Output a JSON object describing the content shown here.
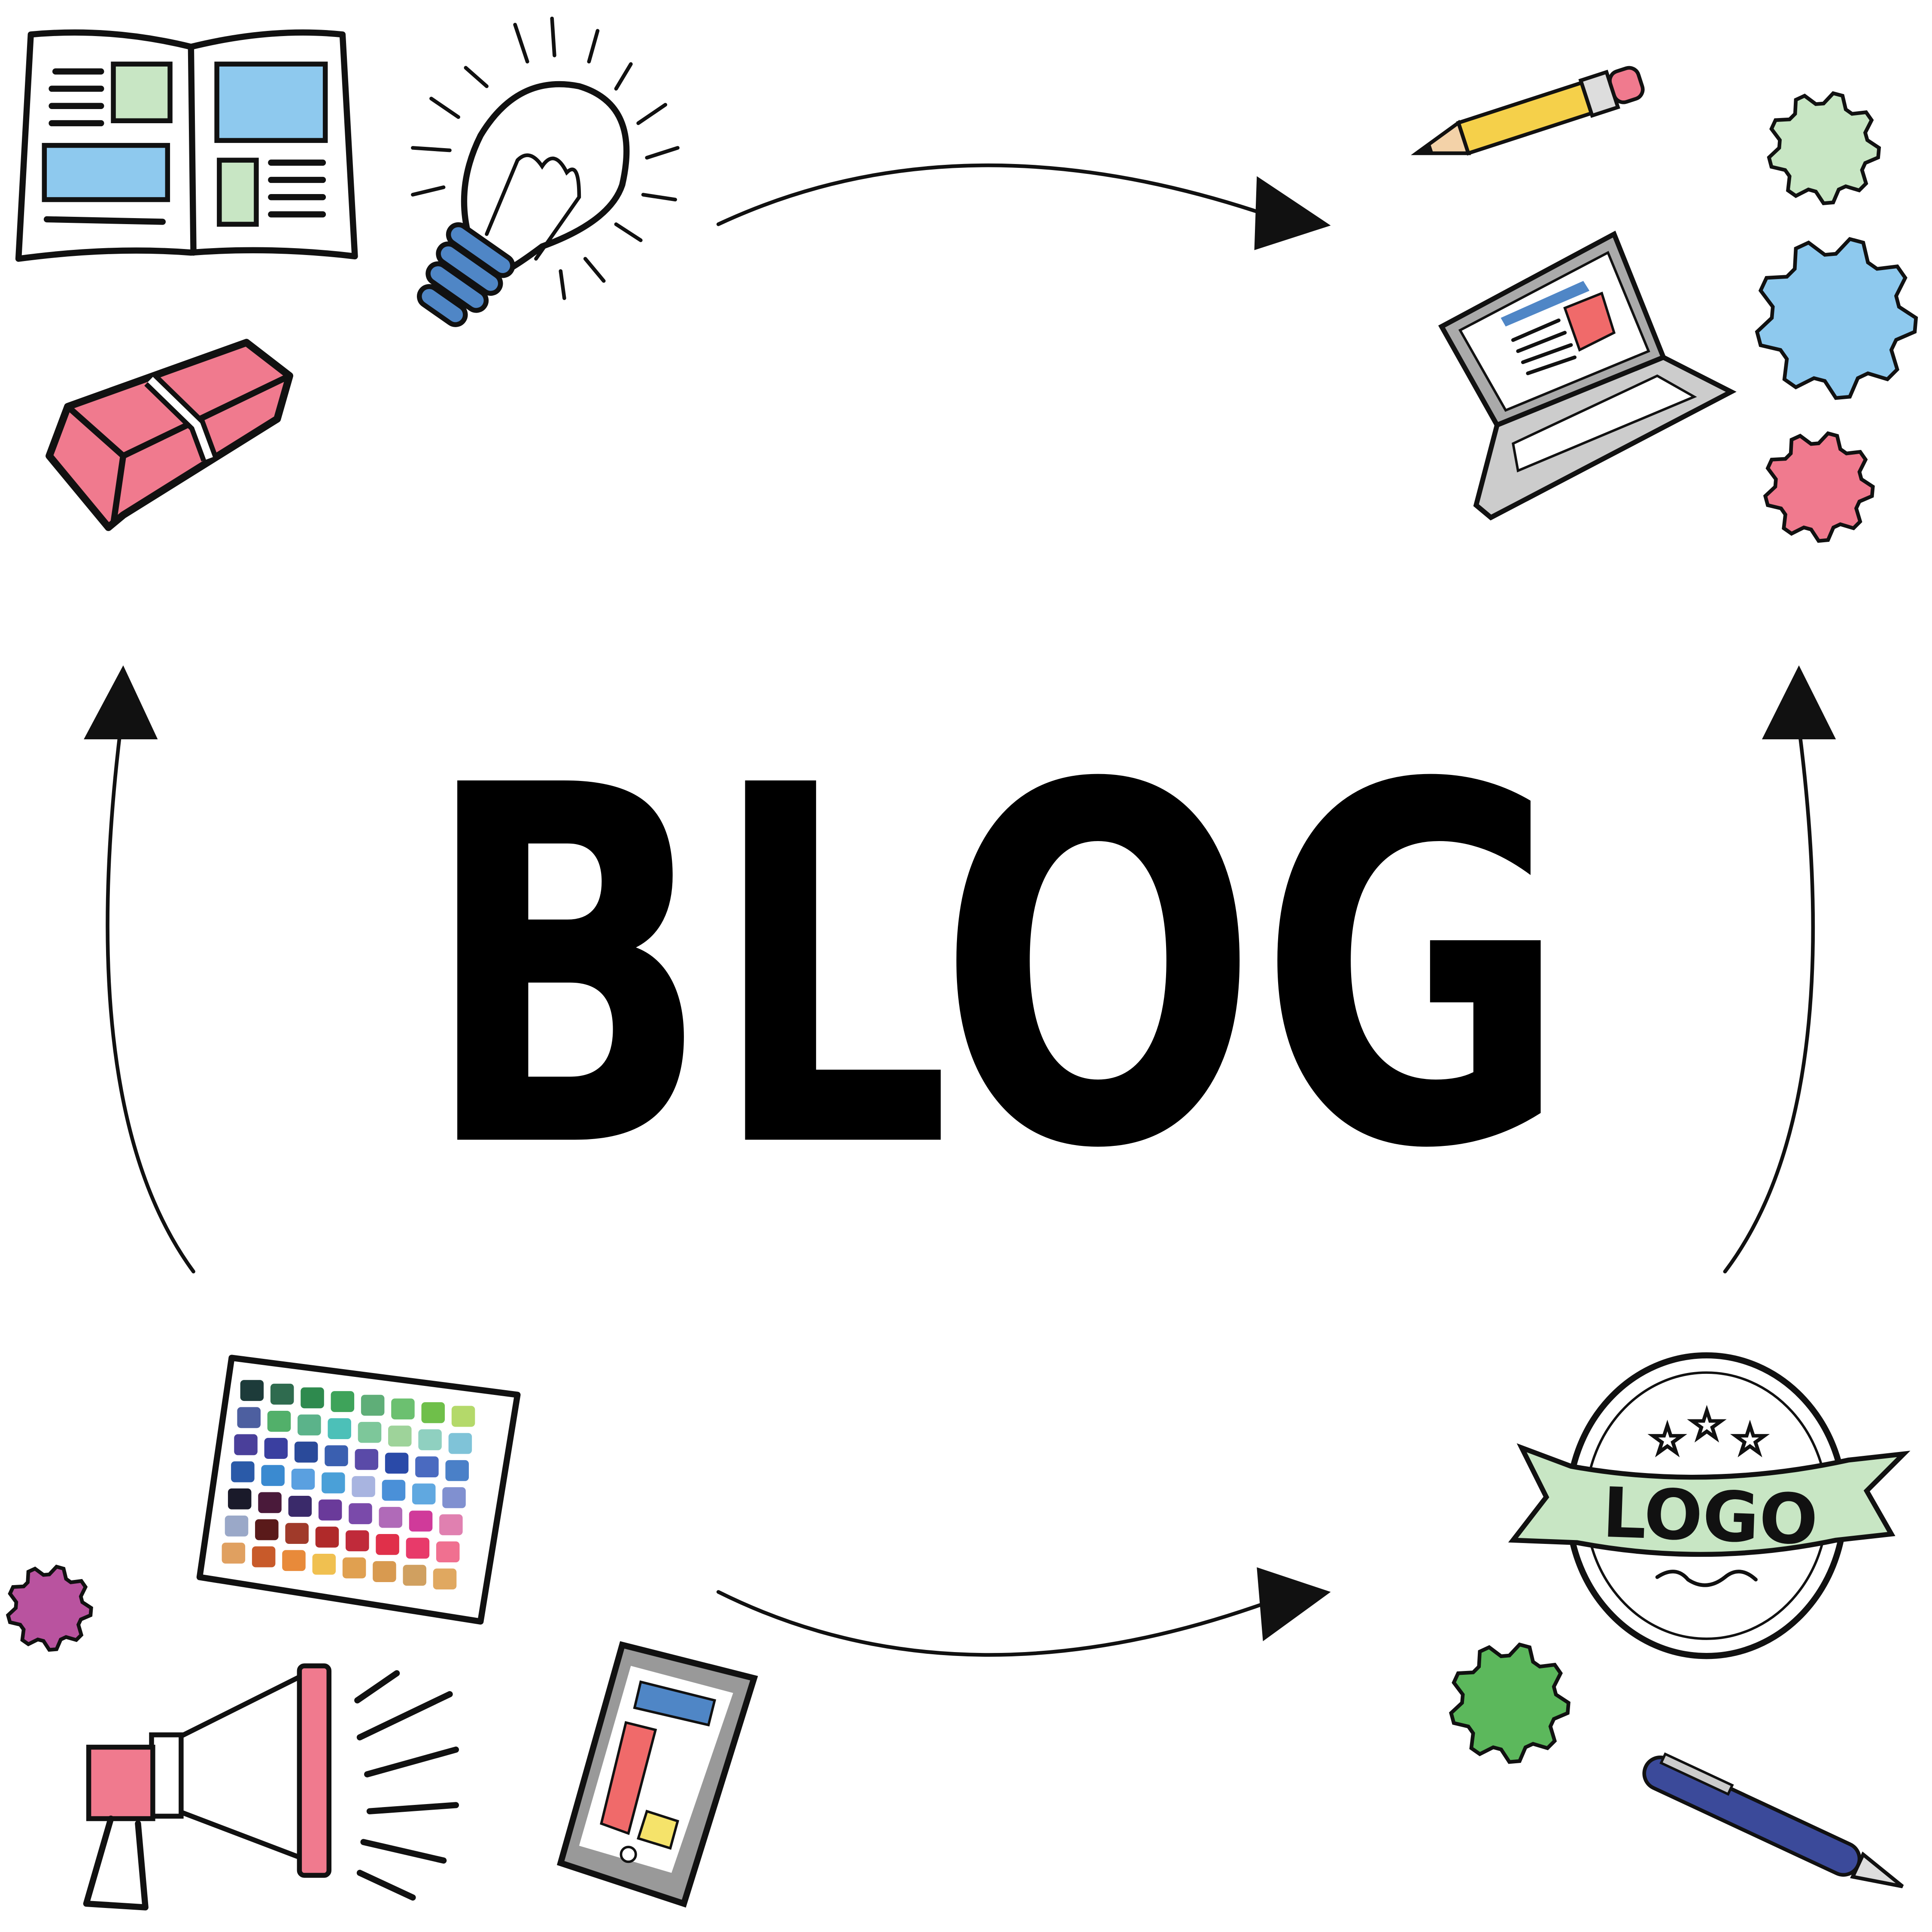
{
  "title": "BLOG",
  "logo_badge": {
    "text": "LOGO",
    "stars": 3
  },
  "colors": {
    "ink": "#111111",
    "green": "#c8e6c4",
    "blue": "#8ec9ee",
    "pink": "#f07a8e",
    "purple": "#b9539f",
    "bright_green": "#5cb85c",
    "pencil_yellow": "#f5d04a",
    "pen_blue": "#3b4a9a"
  },
  "palette_swatches": [
    "#1d3b3a",
    "#2f6b4f",
    "#2e8a4e",
    "#3ea35a",
    "#5fae78",
    "#6cc070",
    "#6fbf4a",
    "#b4d96a",
    "#4d5fa0",
    "#52b06a",
    "#5bb38a",
    "#4cc0b8",
    "#7dc79a",
    "#9ed39a",
    "#8fd0c0",
    "#7fc3d8",
    "#4a3f9a",
    "#3a3fa0",
    "#2a4a9a",
    "#3a5fb0",
    "#5a4aa8",
    "#2a4aa8",
    "#4a6ac0",
    "#4a80c8",
    "#2a5aa8",
    "#3a8ad0",
    "#5aa0e0",
    "#4aa0d8",
    "#a8b4e0",
    "#4a90d8",
    "#60a8e0",
    "#8090d0",
    "#1a1a2a",
    "#4a1a3a",
    "#3a2a6a",
    "#6a3a9a",
    "#7a4aaa",
    "#b06ab8",
    "#d03a9a",
    "#e080b0",
    "#9aa8c8",
    "#5a1a1a",
    "#a03a2a",
    "#b02a2a",
    "#c02a3a",
    "#e0304a",
    "#e83a6a",
    "#f07090",
    "#e0a060",
    "#c85a2a",
    "#e88a3a",
    "#f0c050",
    "#e0a050",
    "#d89a50",
    "#d0a060",
    "#e0a860"
  ]
}
